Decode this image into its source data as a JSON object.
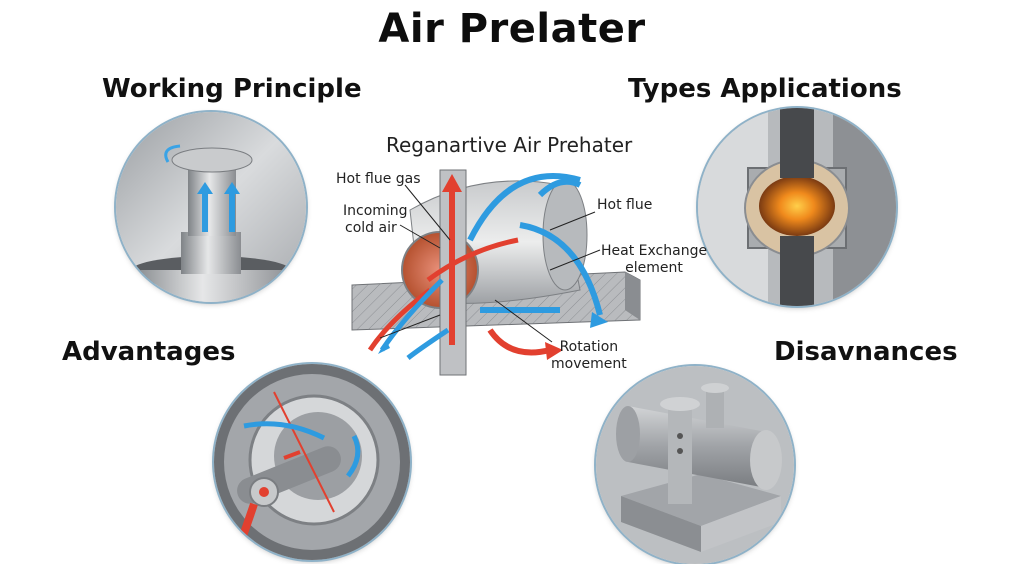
{
  "title": "Air Prelater",
  "sections": {
    "working_principle": {
      "heading": "Working Principle",
      "image": "vertical cylindrical preheater with blue upward airflow arrows"
    },
    "types_applications": {
      "heading": "Types Applications",
      "image": "cross-section with orange fire core"
    },
    "advantages": {
      "heading": "Advantages",
      "image": "rotating drum interior with red and blue flow arrows"
    },
    "disadvantages": {
      "heading": "Disavnances",
      "image": "horizontal finned cylinder on rectangular base"
    }
  },
  "central_diagram": {
    "title": "Reganartive Air Prehater",
    "callouts": {
      "hot_flue_gas": "Hot flue gas",
      "incoming_cold_air_line1": "Incoming",
      "incoming_cold_air_line2": "cold air",
      "hot_flue": "Hot flue",
      "heat_exchange_line1": "Heat Exchange",
      "heat_exchange_line2": "element",
      "rotation_line1": "Rotation",
      "rotation_line2": "movement"
    }
  },
  "colors": {
    "hot_flow": "#e2402f",
    "cold_flow": "#2e9be0",
    "metal_light": "#d5d7d9",
    "metal_dark": "#7d8084",
    "circle_border": "#8fb2c8",
    "fire": "#f08a1c"
  }
}
